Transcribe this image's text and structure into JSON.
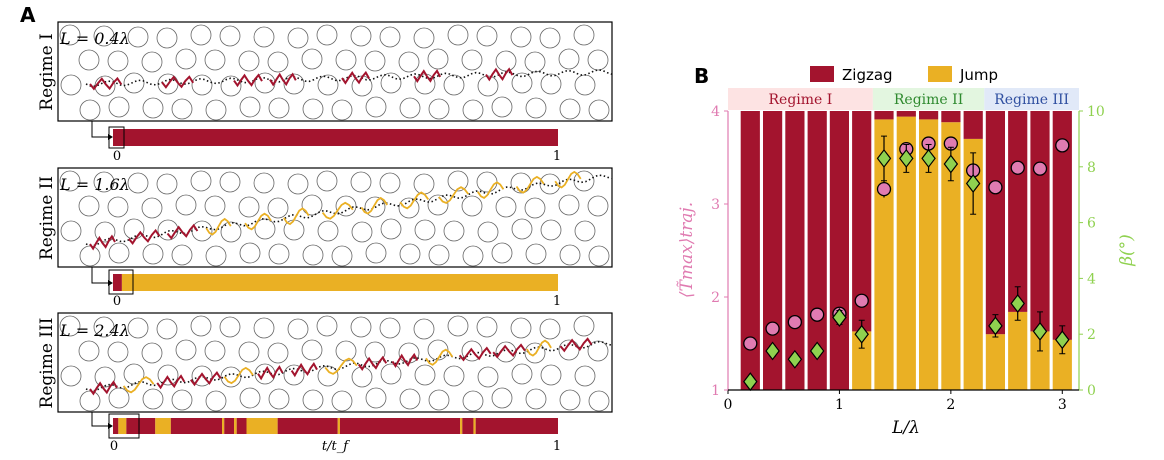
{
  "panel_labels": [
    "A",
    "B"
  ],
  "colors": {
    "zigzag": "#a3142e",
    "jump": "#eab024",
    "pink": "#e07bb1",
    "green": "#8fd14f",
    "regime1_bg": "#fde3e3",
    "regime2_bg": "#e3f6e0",
    "regime3_bg": "#e1e9f8"
  },
  "panel_a": {
    "regimes": [
      {
        "name": "Regime I",
        "length_label": "L = 0.4λ",
        "timeline_start": "0",
        "timeline_end": "1",
        "timeline_xlabel": "",
        "timeline": [
          {
            "state": "zigzag",
            "start": 0.0,
            "end": 1.0
          }
        ]
      },
      {
        "name": "Regime II",
        "length_label": "L = 1.6λ",
        "timeline_start": "0",
        "timeline_end": "1",
        "timeline_xlabel": "",
        "timeline": [
          {
            "state": "zigzag",
            "start": 0.0,
            "end": 0.02
          },
          {
            "state": "jump",
            "start": 0.02,
            "end": 1.0
          }
        ]
      },
      {
        "name": "Regime III",
        "length_label": "L = 2.4λ",
        "timeline_start": "0",
        "timeline_end": "1",
        "timeline_xlabel": "t/t_f",
        "timeline": [
          {
            "state": "zigzag",
            "start": 0.0,
            "end": 0.012
          },
          {
            "state": "jump",
            "start": 0.012,
            "end": 0.03
          },
          {
            "state": "zigzag",
            "start": 0.03,
            "end": 0.095
          },
          {
            "state": "jump",
            "start": 0.095,
            "end": 0.13
          },
          {
            "state": "zigzag",
            "start": 0.13,
            "end": 0.245
          },
          {
            "state": "jump",
            "start": 0.245,
            "end": 0.25
          },
          {
            "state": "zigzag",
            "start": 0.25,
            "end": 0.272
          },
          {
            "state": "jump",
            "start": 0.272,
            "end": 0.278
          },
          {
            "state": "zigzag",
            "start": 0.278,
            "end": 0.3
          },
          {
            "state": "jump",
            "start": 0.3,
            "end": 0.37
          },
          {
            "state": "zigzag",
            "start": 0.37,
            "end": 0.505
          },
          {
            "state": "jump",
            "start": 0.505,
            "end": 0.51
          },
          {
            "state": "zigzag",
            "start": 0.51,
            "end": 0.78
          },
          {
            "state": "jump",
            "start": 0.78,
            "end": 0.785
          },
          {
            "state": "zigzag",
            "start": 0.785,
            "end": 0.81
          },
          {
            "state": "jump",
            "start": 0.81,
            "end": 0.815
          },
          {
            "state": "zigzag",
            "start": 0.815,
            "end": 1.0
          }
        ]
      }
    ]
  },
  "chart_data": {
    "type": "bar",
    "legend": [
      "Zigzag",
      "Jump"
    ],
    "legend_position": "top",
    "xlabel": "L/λ",
    "ylabel_left": "⟨T̃max⟩traj.",
    "ylabel_right": "β(°)",
    "xlim": [
      0,
      3.15
    ],
    "ylim_left": [
      1,
      4
    ],
    "ylim_right": [
      0,
      10
    ],
    "xticks": [
      "0",
      "1",
      "2",
      "3"
    ],
    "yticks_left": [
      "1",
      "2",
      "3",
      "4"
    ],
    "yticks_right": [
      "0",
      "2",
      "4",
      "6",
      "8",
      "10"
    ],
    "regime_bands": [
      {
        "label": "Regime I",
        "from": 0,
        "to": 1.3
      },
      {
        "label": "Regime II",
        "from": 1.3,
        "to": 2.3
      },
      {
        "label": "Regime III",
        "from": 2.3,
        "to": 3.15
      }
    ],
    "x": [
      0.2,
      0.4,
      0.6,
      0.8,
      1.0,
      1.2,
      1.4,
      1.6,
      1.8,
      2.0,
      2.2,
      2.4,
      2.6,
      2.8,
      3.0
    ],
    "series": [
      {
        "name": "Zigzag",
        "axis": "left_fraction",
        "values": [
          1,
          1,
          1,
          1,
          1,
          0.79,
          0.03,
          0.02,
          0.03,
          0.04,
          0.1,
          0.8,
          0.72,
          0.79,
          0.82
        ]
      },
      {
        "name": "Jump",
        "axis": "left_fraction",
        "values": [
          0,
          0,
          0,
          0,
          0,
          0.21,
          0.97,
          0.98,
          0.97,
          0.96,
          0.9,
          0.2,
          0.28,
          0.21,
          0.18
        ]
      },
      {
        "name": "",
        "axis": "left",
        "marker": "circle",
        "values": [
          1.5,
          1.66,
          1.73,
          1.81,
          1.82,
          1.96,
          3.16,
          3.59,
          3.65,
          3.65,
          3.36,
          3.18,
          3.39,
          3.38,
          3.63
        ],
        "errors": [
          0.03,
          0.03,
          0.03,
          0.03,
          0.03,
          0.04,
          0.09,
          0.06,
          0.05,
          0.05,
          0.08,
          0.04,
          0.04,
          0.03,
          0.03
        ]
      },
      {
        "name": "",
        "axis": "right",
        "marker": "diamond",
        "values": [
          0.3,
          1.4,
          1.1,
          1.4,
          2.6,
          2.0,
          8.3,
          8.3,
          8.3,
          8.1,
          7.4,
          2.3,
          3.1,
          2.1,
          1.8
        ],
        "errors": [
          0.15,
          0.2,
          0.2,
          0.2,
          0.25,
          0.5,
          0.8,
          0.5,
          0.5,
          0.6,
          1.1,
          0.4,
          0.6,
          0.7,
          0.5
        ]
      }
    ]
  }
}
